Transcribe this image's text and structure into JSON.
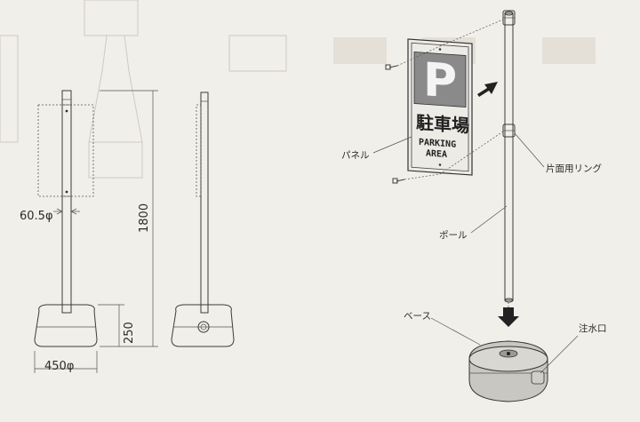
{
  "dimensions": {
    "pole_diameter": "60.5φ",
    "height": "1800",
    "base_height": "250",
    "base_diameter": "450φ"
  },
  "sign": {
    "symbol": "P",
    "title": "駐車場",
    "subtitle_line1": "PARKING",
    "subtitle_line2": "AREA"
  },
  "callouts": {
    "panel": "パネル",
    "one_side_ring": "片面用リング",
    "pole": "ポール",
    "base": "ベース",
    "water_inlet": "注水口"
  }
}
